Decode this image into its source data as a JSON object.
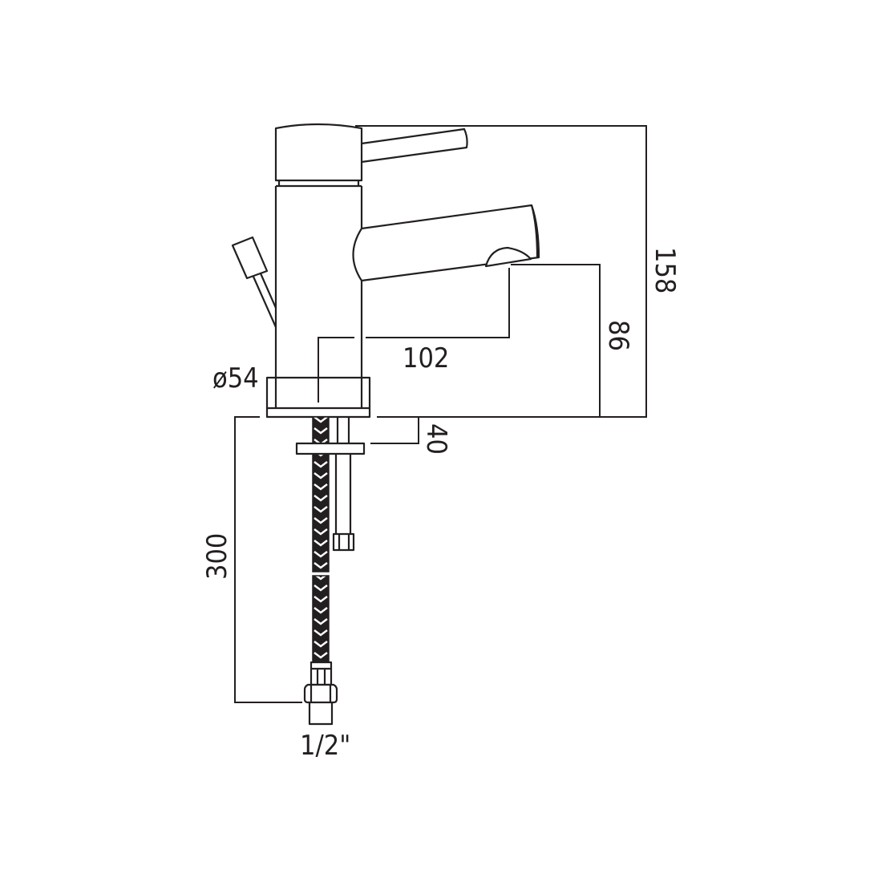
{
  "drawing": {
    "subject": "Single lever basin mixer tap with pop-up waste and flexible tails",
    "units": "mm",
    "colors": {
      "line": "#231f20",
      "background": "#ffffff"
    },
    "dimensions": {
      "overall_height": {
        "label": "158",
        "orientation": "vertical-cw"
      },
      "spout_height": {
        "label": "86",
        "orientation": "vertical-cw"
      },
      "spout_reach": {
        "label": "102",
        "orientation": "horizontal"
      },
      "base_diameter": {
        "label": "ø54",
        "orientation": "horizontal"
      },
      "shank_depth": {
        "label": "40",
        "orientation": "vertical-cw"
      },
      "tail_length": {
        "label": "300",
        "orientation": "vertical-ccw"
      },
      "connection_size": {
        "label": "1/2\"",
        "orientation": "horizontal"
      }
    },
    "parts": [
      "lever-handle",
      "cartridge-cap",
      "tap-body",
      "spout",
      "aerator",
      "pop-up-waste-rod",
      "base-collar",
      "braided-flexible-tail",
      "fixing-washer",
      "threaded-stud",
      "stud-nut",
      "tail-fitting"
    ]
  }
}
